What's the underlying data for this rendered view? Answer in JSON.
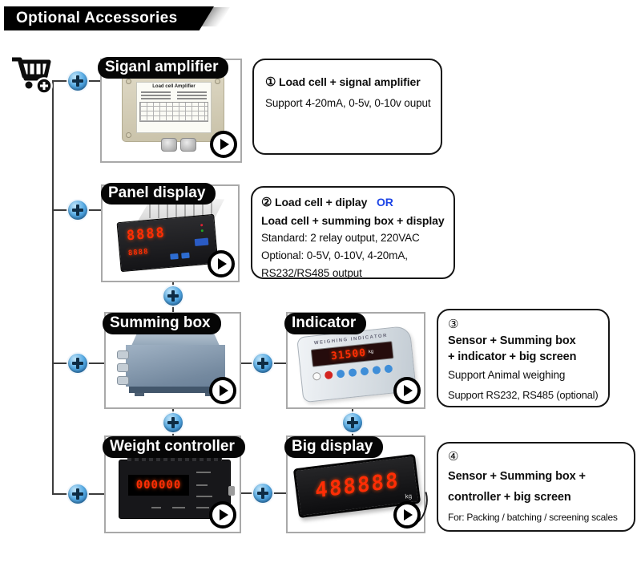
{
  "banner": {
    "title": "Optional Accessories"
  },
  "colors": {
    "banner_bg": "#000000",
    "plus_blue": "#3d9be0",
    "led_red": "#ff2d05",
    "or_blue": "#1d45e6",
    "summing_box_body": "#8096ab",
    "amplifier_body": "#d3ccb4"
  },
  "products": {
    "signal_amplifier": {
      "label": "Siganl amplifier",
      "device_title": "Load cell Amplifier"
    },
    "panel_display": {
      "label": "Panel display",
      "display_main": "8888",
      "display_sub": "8888"
    },
    "summing_box": {
      "label": "Summing box"
    },
    "indicator": {
      "label": "Indicator",
      "device_title": "WEIGHING  INDICATOR",
      "display": "31500",
      "unit": "kg"
    },
    "weight_controller": {
      "label": "Weight controller",
      "display": "000000"
    },
    "big_display": {
      "label": "Big display",
      "display": "488888",
      "unit": "kg"
    }
  },
  "info_boxes": [
    {
      "number": "①",
      "title": "Load cell + signal amplifier",
      "lines": [
        "Support 4-20mA, 0-5v, 0-10v ouput"
      ]
    },
    {
      "number": "②",
      "title": "Load cell + diplay",
      "or_label": "OR",
      "title2": "Load cell + summing box + display",
      "lines": [
        "Standard: 2 relay output, 220VAC",
        "Optional: 0-5V, 0-10V, 4-20mA,",
        "RS232/RS485 output"
      ]
    },
    {
      "number": "③",
      "title": "Sensor + Summing box",
      "title2": "+ indicator + big screen",
      "lines": [
        "Support Animal weighing",
        "Support RS232, RS485 (optional)"
      ]
    },
    {
      "number": "④",
      "title": "Sensor + Summing box +",
      "title2": "controller + big screen",
      "lines": [
        "For: Packing / batching / screening scales"
      ]
    }
  ]
}
